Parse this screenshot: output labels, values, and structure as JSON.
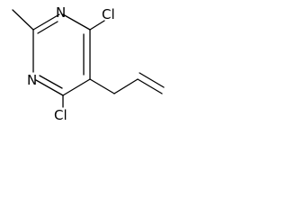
{
  "molecule": {
    "atoms": {
      "n_top": "N",
      "n_bottom": "N",
      "cl_top": "Cl",
      "cl_bottom": "Cl"
    }
  }
}
